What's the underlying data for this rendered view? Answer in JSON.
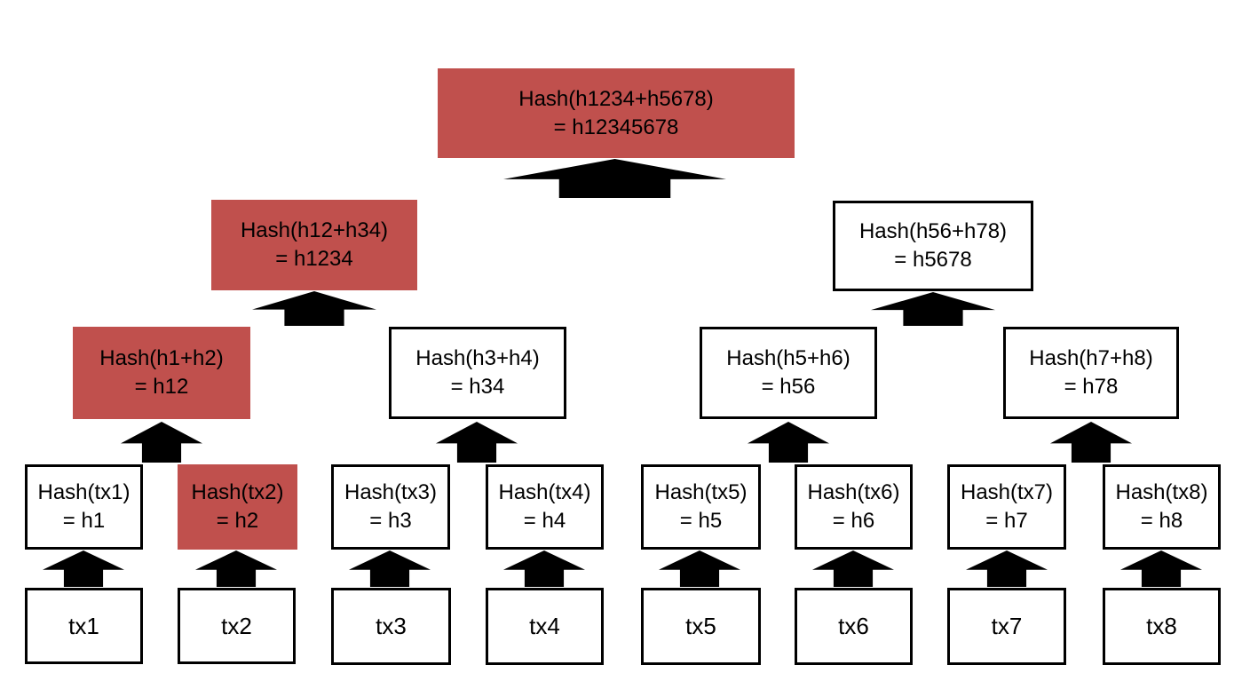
{
  "colors": {
    "highlight": "#c0504d",
    "box_border": "#000000",
    "arrow": "#000000",
    "background": "#ffffff",
    "text": "#000000"
  },
  "tree": {
    "root": {
      "line1": "Hash(h1234+h5678)",
      "line2": "= h12345678",
      "highlighted": true
    },
    "level2": [
      {
        "line1": "Hash(h12+h34)",
        "line2": "= h1234",
        "highlighted": true
      },
      {
        "line1": "Hash(h56+h78)",
        "line2": "= h5678",
        "highlighted": false
      }
    ],
    "level3": [
      {
        "line1": "Hash(h1+h2)",
        "line2": "= h12",
        "highlighted": true
      },
      {
        "line1": "Hash(h3+h4)",
        "line2": "= h34",
        "highlighted": false
      },
      {
        "line1": "Hash(h5+h6)",
        "line2": "= h56",
        "highlighted": false
      },
      {
        "line1": "Hash(h7+h8)",
        "line2": "= h78",
        "highlighted": false
      }
    ],
    "leaf_hashes": [
      {
        "line1": "Hash(tx1)",
        "line2": "= h1",
        "highlighted": false
      },
      {
        "line1": "Hash(tx2)",
        "line2": "= h2",
        "highlighted": true
      },
      {
        "line1": "Hash(tx3)",
        "line2": "= h3",
        "highlighted": false
      },
      {
        "line1": "Hash(tx4)",
        "line2": "= h4",
        "highlighted": false
      },
      {
        "line1": "Hash(tx5)",
        "line2": "= h5",
        "highlighted": false
      },
      {
        "line1": "Hash(tx6)",
        "line2": "= h6",
        "highlighted": false
      },
      {
        "line1": "Hash(tx7)",
        "line2": "= h7",
        "highlighted": false
      },
      {
        "line1": "Hash(tx8)",
        "line2": "= h8",
        "highlighted": false
      }
    ],
    "transactions": [
      {
        "label": "tx1"
      },
      {
        "label": "tx2"
      },
      {
        "label": "tx3"
      },
      {
        "label": "tx4"
      },
      {
        "label": "tx5"
      },
      {
        "label": "tx6"
      },
      {
        "label": "tx7"
      },
      {
        "label": "tx8"
      }
    ]
  }
}
